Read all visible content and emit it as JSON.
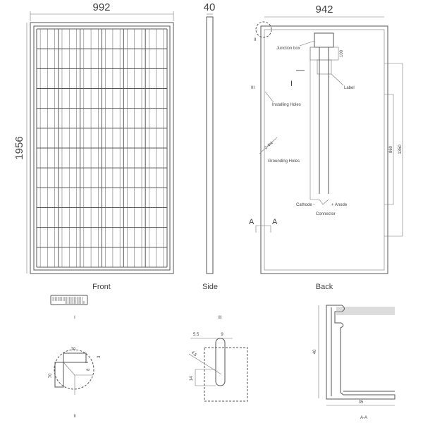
{
  "front": {
    "width_dim": "992",
    "height_dim": "1956",
    "caption": "Front",
    "cell_columns": 6,
    "cell_rows": 12
  },
  "side": {
    "thickness_dim": "40",
    "caption": "Side"
  },
  "back": {
    "width_dim": "942",
    "caption": "Back",
    "junction_box": "Junction box",
    "box_dim": "100",
    "label": "Label",
    "installing_holes": "Installing Holes",
    "grounding_dim": "2-Φ4",
    "grounding_holes": "Grounding Holes",
    "dim_860": "860",
    "dim_1350": "1350",
    "cathode": "Cathode -",
    "anode": "+ Anode",
    "connector": "Connector",
    "section_a_left": "A",
    "section_a_right": "A",
    "marker_i": "I",
    "marker_ii": "II",
    "marker_iii": "III"
  },
  "details": {
    "detail_i_caption": "I",
    "detail_ii": {
      "caption": "II",
      "dim_width": "70",
      "dim_height": "70",
      "dim_3": "3",
      "dim_8": "8"
    },
    "detail_iii": {
      "caption": "III",
      "dim_5_5": "5.5",
      "dim_9": "9",
      "dim_4_5": "4.5",
      "dim_14": "14"
    },
    "section_aa": {
      "caption": "A-A",
      "dim_height": "40",
      "dim_width": "35"
    }
  }
}
